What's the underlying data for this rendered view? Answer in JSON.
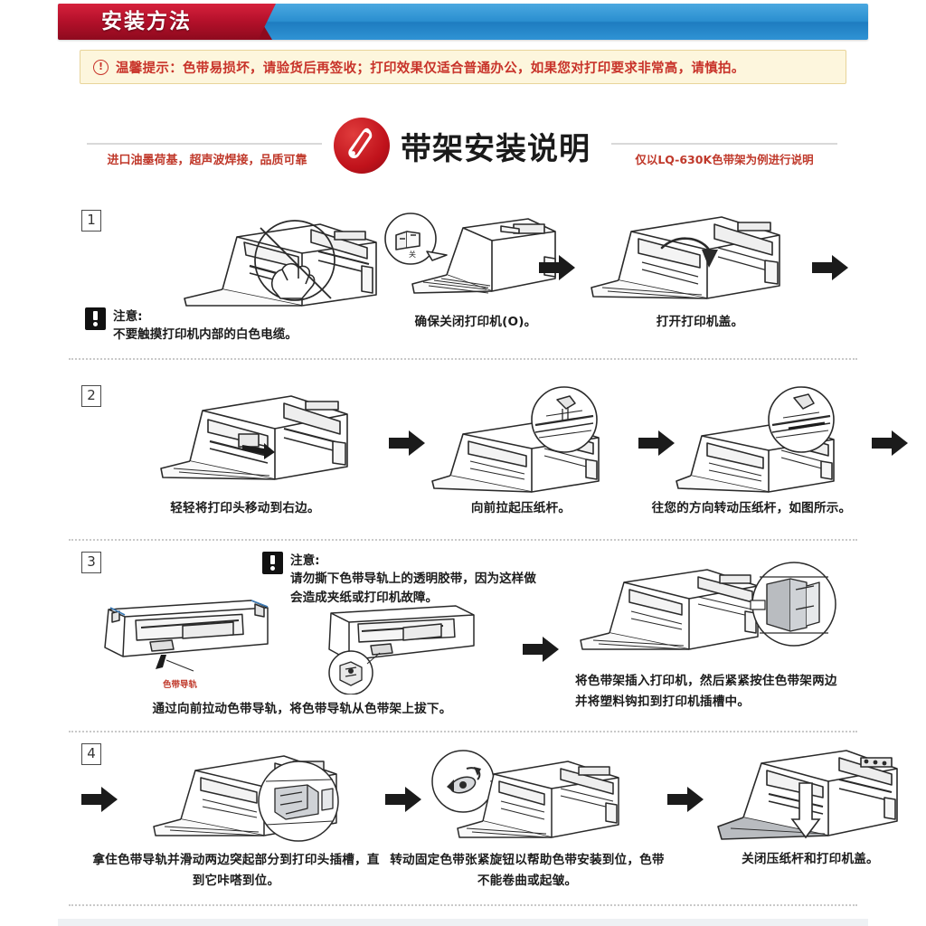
{
  "banner": {
    "title": "安装方法"
  },
  "tip": {
    "icon": "exclamation-circle-icon",
    "text": "温馨提示：色带易损坏，请验货后再签收；打印效果仅适合普通办公，如果您对打印要求非常高，请慎拍。",
    "color": "#c8332a",
    "background": "#fdf6dd",
    "border": "#e8d49a"
  },
  "section": {
    "logo_icon": "wrench-badge-icon",
    "title": "带架安装说明",
    "subtitle_left": "进口油墨荷基，超声波焊接，品质可靠",
    "subtitle_right": "仅以LQ-630K色带架为例进行说明",
    "accent_color": "#c0392b"
  },
  "steps": [
    {
      "number": "1",
      "note": {
        "title": "注意:",
        "body": "不要触摸打印机内部的白色电缆。"
      },
      "captions": [
        "确保关闭打印机(O)。",
        "打开打印机盖。"
      ]
    },
    {
      "number": "2",
      "captions": [
        "轻轻将打印头移动到右边。",
        "向前拉起压纸杆。",
        "往您的方向转动压纸杆，如图所示。"
      ]
    },
    {
      "number": "3",
      "note": {
        "title": "注意:",
        "body": "请勿撕下色带导轨上的透明胶带，因为这样做会造成夹纸或打印机故障。"
      },
      "label_ribbon_guide": "色带导轨",
      "captions": [
        "通过向前拉动色带导轨，将色带导轨从色带架上拔下。",
        "将色带架插入打印机，然后紧紧按住色带架两边并将塑料钩扣到打印机插槽中。"
      ]
    },
    {
      "number": "4",
      "captions": [
        "拿住色带导轨并滑动两边突起部分到打印头插槽，直到它咔嗒到位。",
        "转动固定色带张紧旋钮以帮助色带安装到位，色带不能卷曲或起皱。",
        "关闭压纸杆和打印机盖。"
      ]
    }
  ]
}
